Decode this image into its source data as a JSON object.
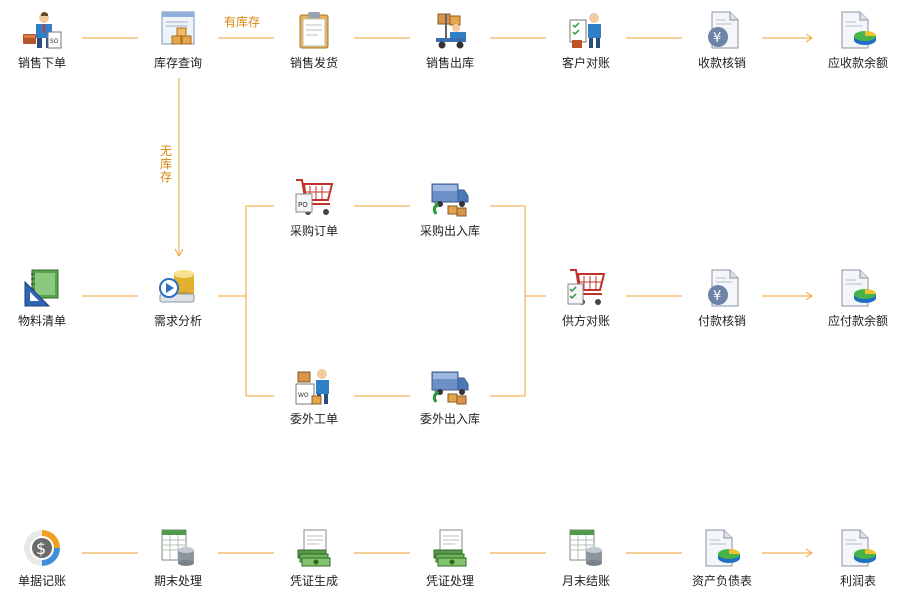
{
  "colors": {
    "connector": "#f0a030",
    "label_accent": "#d9860e"
  },
  "edge_labels": {
    "in_stock": "有库存",
    "no_stock": "无库存"
  },
  "row1": [
    {
      "label": "销售下单",
      "icon": "salesperson-order-icon"
    },
    {
      "label": "库存查询",
      "icon": "inventory-query-icon"
    },
    {
      "label": "销售发货",
      "icon": "clipboard-document-icon"
    },
    {
      "label": "销售出库",
      "icon": "forklift-icon"
    },
    {
      "label": "客户对账",
      "icon": "person-checklist-icon"
    },
    {
      "label": "收款核销",
      "icon": "yen-document-icon"
    },
    {
      "label": "应收款余额",
      "icon": "document-pie-chart-icon"
    }
  ],
  "row2": [
    {
      "label": "物料清单",
      "icon": "notebook-ruler-icon"
    },
    {
      "label": "需求分析",
      "icon": "database-play-icon"
    },
    {
      "label": "采购订单",
      "icon": "shopping-cart-po-icon"
    },
    {
      "label": "采购出入库",
      "icon": "delivery-truck-icon"
    },
    {
      "label": "委外工单",
      "icon": "worker-workorder-icon"
    },
    {
      "label": "委外出入库",
      "icon": "delivery-truck-icon"
    },
    {
      "label": "供方对账",
      "icon": "cart-checklist-icon"
    },
    {
      "label": "付款核销",
      "icon": "yen-document-icon"
    },
    {
      "label": "应付款余额",
      "icon": "document-pie-chart-icon"
    }
  ],
  "row3": [
    {
      "label": "单据记账",
      "icon": "dollar-coin-icon"
    },
    {
      "label": "期末处理",
      "icon": "spreadsheet-database-icon"
    },
    {
      "label": "凭证生成",
      "icon": "money-stack-icon"
    },
    {
      "label": "凭证处理",
      "icon": "money-stack-icon"
    },
    {
      "label": "月末结账",
      "icon": "spreadsheet-database-icon"
    },
    {
      "label": "资产负债表",
      "icon": "document-pie-chart-icon"
    },
    {
      "label": "利润表",
      "icon": "document-pie-chart-icon"
    }
  ]
}
